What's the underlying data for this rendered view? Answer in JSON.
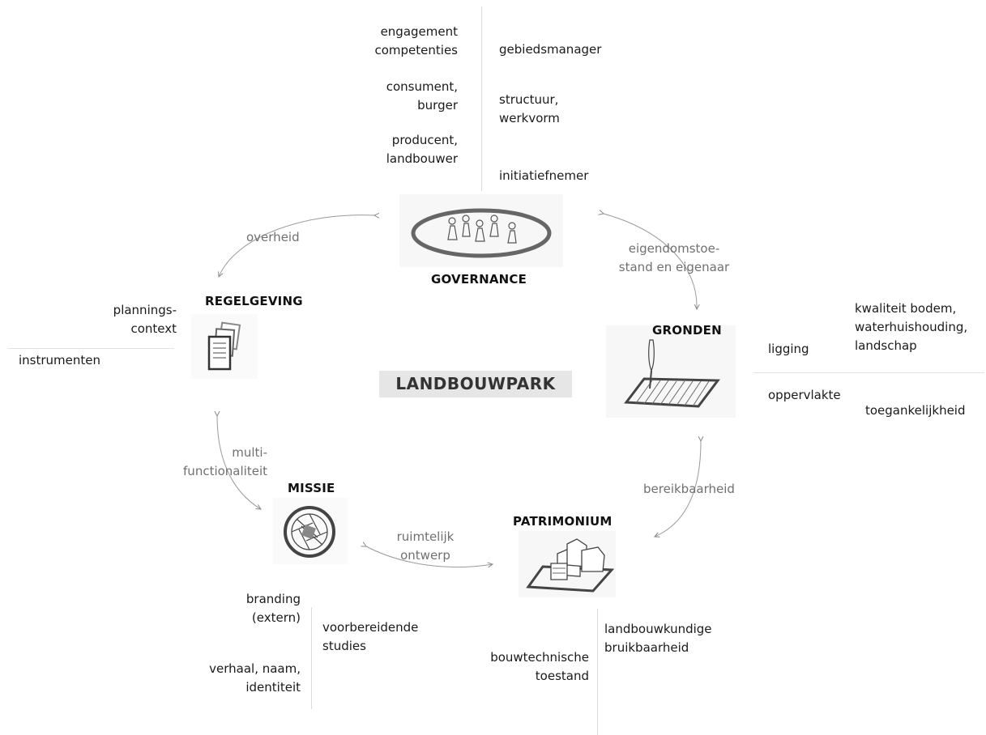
{
  "center_title": "LANDBOUWPARK",
  "nodes": {
    "governance": "GOVERNANCE",
    "regelgeving": "REGELGEVING",
    "gronden": "GRONDEN",
    "missie": "MISSIE",
    "patrimonium": "PATRIMONIUM"
  },
  "links": {
    "overheid": "overheid",
    "eigendom_1": "eigendomstoe-",
    "eigendom_2": "stand en eigenaar",
    "multi_1": "multi-",
    "multi_2": "functionaliteit",
    "bereikbaarheid": "bereikbaarheid",
    "ruimtelijk_1": "ruimtelijk",
    "ruimtelijk_2": "ontwerp"
  },
  "governance_attrs": {
    "left": [
      [
        "engagement",
        "competenties"
      ],
      [
        "consument,",
        "burger"
      ],
      [
        "producent,",
        "landbouwer"
      ]
    ],
    "right": [
      [
        "gebiedsmanager"
      ],
      [
        "structuur,",
        "werkvorm"
      ],
      [
        "initiatiefnemer"
      ]
    ]
  },
  "regelgeving_attrs": {
    "plannings": [
      "plannings-",
      "context"
    ],
    "instrumenten": "instrumenten"
  },
  "gronden_attrs": {
    "ligging": "ligging",
    "kwaliteit": [
      "kwaliteit bodem,",
      "waterhuishouding,",
      "landschap"
    ],
    "oppervlakte": "oppervlakte",
    "toegankelijkheid": "toegankelijkheid"
  },
  "missie_attrs": {
    "branding": [
      "branding",
      "(extern)"
    ],
    "verhaal": [
      "verhaal, naam,",
      "identiteit"
    ],
    "voorbereidende": [
      "voorbereidende",
      "studies"
    ]
  },
  "patrimonium_attrs": {
    "landbouwkundige": [
      "landbouwkundige",
      "bruikbaarheid"
    ],
    "bouwtechnische": [
      "bouwtechnische",
      "toestand"
    ]
  }
}
